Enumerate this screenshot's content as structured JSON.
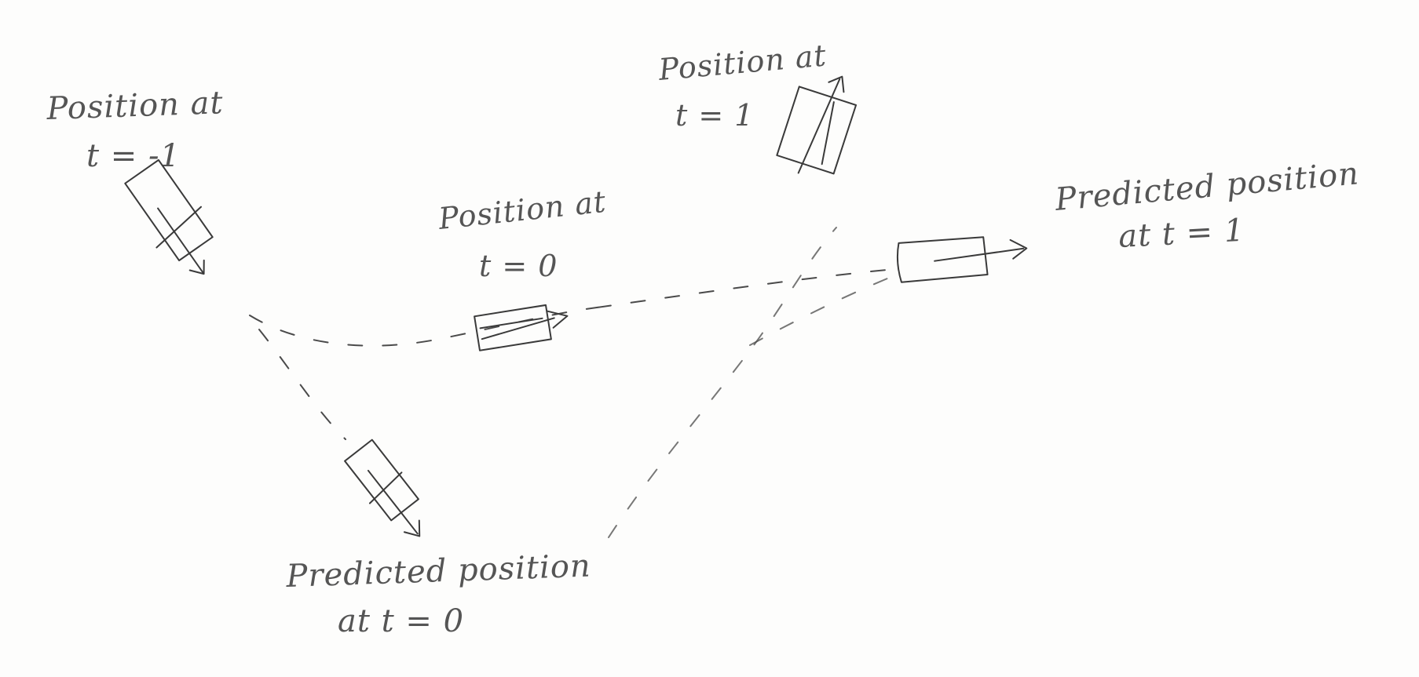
{
  "labels": {
    "pos_t_minus1": [
      "Position at",
      "t = -1"
    ],
    "pos_t0": [
      "Position at",
      "t = 0"
    ],
    "pos_t1": [
      "Position at",
      "t = 1"
    ],
    "pred_t0": [
      "Predicted position",
      "at t = 0"
    ],
    "pred_t1": [
      "Predicted position",
      "at t = 1"
    ]
  },
  "colors": {
    "ink": "#3a3a3a",
    "paper": "#fdfdfc"
  }
}
